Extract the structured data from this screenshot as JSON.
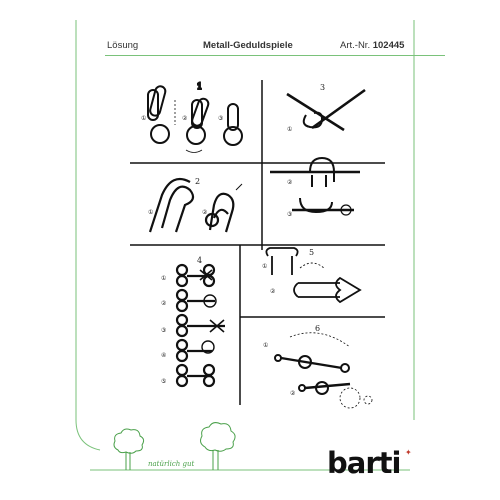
{
  "header": {
    "solution_label": "Lösung",
    "title": "Metall-Geduldspiele",
    "article_prefix": "Art.-Nr. ",
    "article_number": "102445"
  },
  "panels": [
    {
      "number": "1"
    },
    {
      "number": "2"
    },
    {
      "number": "3"
    },
    {
      "number": "4"
    },
    {
      "number": "5"
    },
    {
      "number": "6"
    }
  ],
  "step_markers": {
    "p1": [
      "①",
      "②",
      "③"
    ],
    "p2": [
      "①",
      "②"
    ],
    "p3": [
      "①",
      "②",
      "③"
    ],
    "p4": [
      "①",
      "②",
      "③",
      "④",
      "⑤"
    ],
    "p5": [
      "①",
      "②"
    ],
    "p6": [
      "①",
      "②"
    ]
  },
  "footer": {
    "slogan": "natürlich gut",
    "brand": "barti"
  },
  "colors": {
    "frame_green": "#7ac27a",
    "ink": "#222222"
  }
}
